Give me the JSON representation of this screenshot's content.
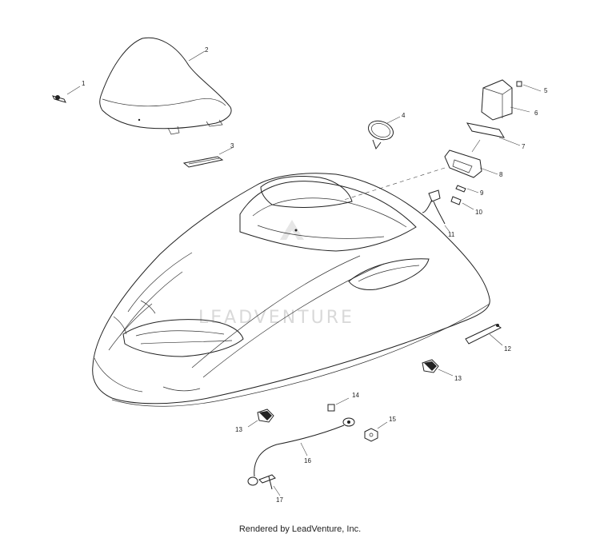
{
  "watermark": "LEADVENTURE",
  "footer": "Rendered by LeadVenture, Inc.",
  "callouts": {
    "c1": "1",
    "c2": "2",
    "c3": "3",
    "c4": "4",
    "c5": "5",
    "c6": "6",
    "c7": "7",
    "c8": "8",
    "c9": "9",
    "c10": "10",
    "c11": "11",
    "c12": "12",
    "c13a": "13",
    "c13b": "13",
    "c14": "14",
    "c15": "15",
    "c16": "16",
    "c17": "17"
  }
}
